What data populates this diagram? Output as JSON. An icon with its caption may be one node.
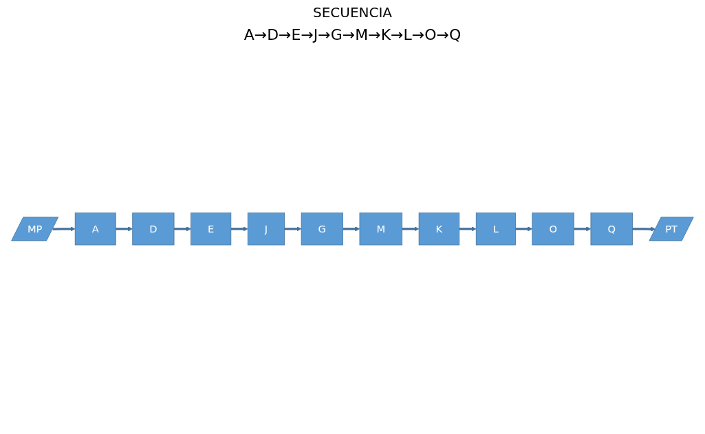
{
  "diagram": {
    "title": "SECUENCIA",
    "nodes": [
      {
        "text": [
          "MP"
        ]
      },
      {
        "text": [
          "A"
        ]
      },
      {
        "text": [
          "D"
        ]
      },
      {
        "text": [
          "E"
        ]
      },
      {
        "text": [
          "J"
        ]
      },
      {
        "text": [
          "G"
        ]
      },
      {
        "text": [
          "M"
        ]
      },
      {
        "text": [
          "K"
        ]
      },
      {
        "text": [
          "L"
        ]
      },
      {
        "text": [
          "O"
        ]
      },
      {
        "text": [
          "Q"
        ]
      },
      {
        "text": [
          "PT"
        ]
      }
    ],
    "edges": [
      {
        "from": 0,
        "to": 1,
        "arrow": "to"
      },
      {
        "from": 1,
        "to": 2,
        "arrow": "to"
      },
      {
        "from": 2,
        "to": 3,
        "arrow": "to"
      },
      {
        "from": 3,
        "to": 4,
        "arrow": "to"
      },
      {
        "from": 4,
        "to": 5,
        "arrow": "to"
      },
      {
        "from": 5,
        "to": 6,
        "arrow": "to"
      },
      {
        "from": 6,
        "to": 7,
        "arrow": "to"
      },
      {
        "from": 7,
        "to": 8,
        "arrow": "to"
      },
      {
        "from": 8,
        "to": 9,
        "arrow": "to"
      },
      {
        "from": 9,
        "to": 10,
        "arrow": "to"
      },
      {
        "from": 10,
        "to": 11,
        "arrow": "to"
      }
    ],
    "labels": [
      "A→D→E→J→G→M→K→L→O→Q"
    ]
  }
}
